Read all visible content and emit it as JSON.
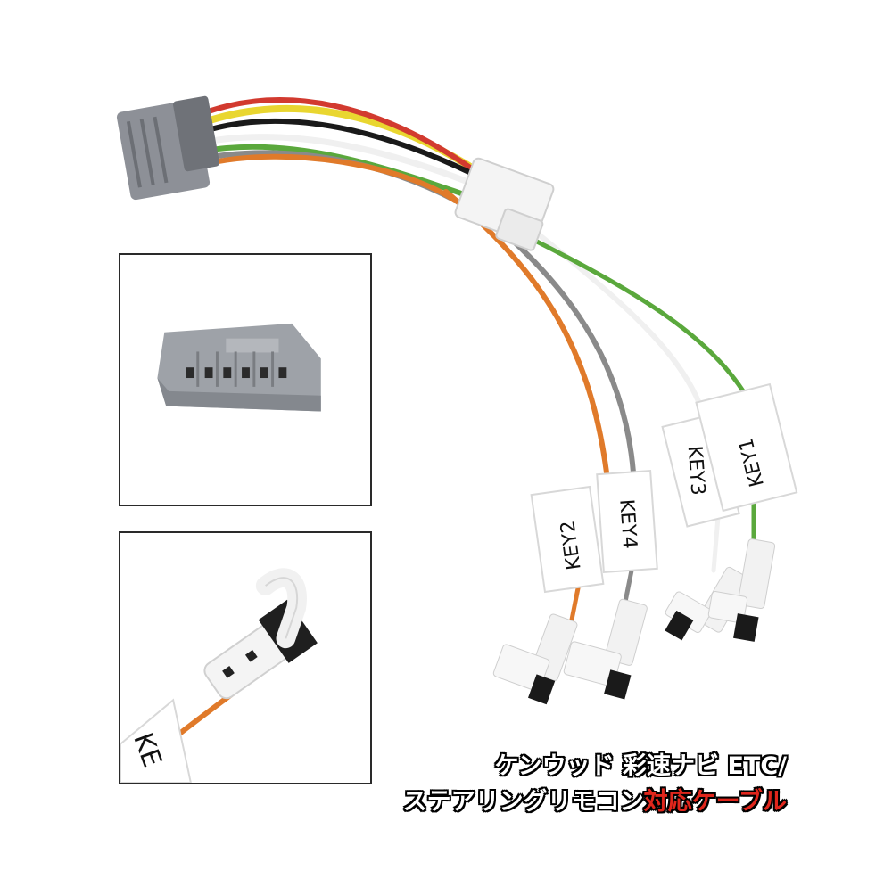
{
  "product_image": {
    "labels": {
      "key1": "KEY1",
      "key2": "KEY2",
      "key3": "KEY3",
      "key4": "KEY4",
      "inset_partial": "KE"
    },
    "wire_colors": {
      "yellow": "#e9d630",
      "red": "#d23a2f",
      "black": "#1a1a1a",
      "white": "#f4f4f4",
      "green": "#5aa83c",
      "orange": "#e07a2a",
      "gray": "#8a8a8a"
    },
    "connector_color": "#8d9097"
  },
  "caption": {
    "line1": "ケンウッド 彩速ナビ ETC/",
    "line2_main": "ステアリングリモコン",
    "line2_accent": "対応ケーブル",
    "accent_color": "#e0261c"
  }
}
